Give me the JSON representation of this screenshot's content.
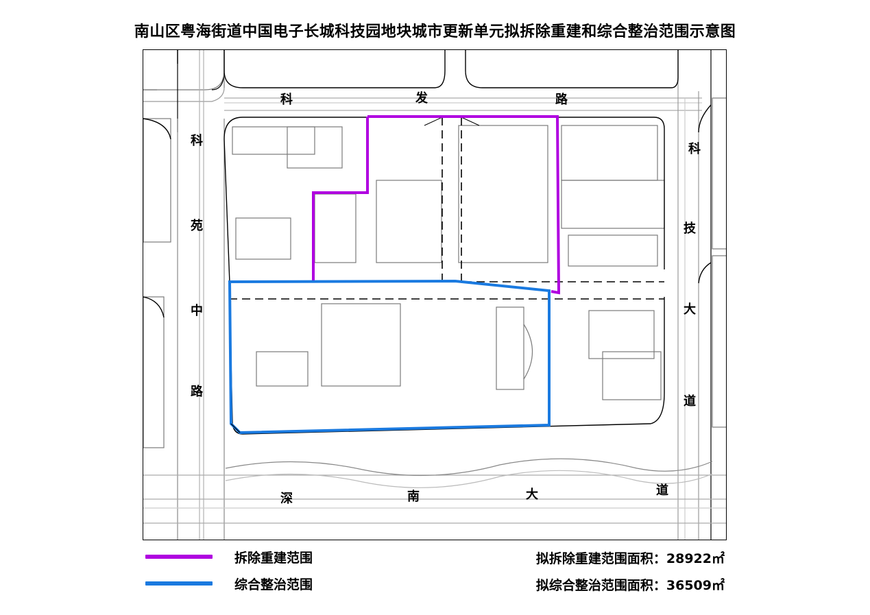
{
  "title": "南山区粤海街道中国电子长城科技园地块城市更新单元拟拆除重建和综合整治范围示意图",
  "roads": {
    "kefa": [
      "科",
      "发",
      "路"
    ],
    "keyuan_zhong": [
      "科",
      "苑",
      "中",
      "路"
    ],
    "keji": [
      "科",
      "技",
      "大",
      "道"
    ],
    "shennan": [
      "深",
      "南",
      "大",
      "道"
    ]
  },
  "legend": {
    "demolition": {
      "label": "拆除重建范围",
      "color": "#b000e0"
    },
    "renovation": {
      "label": "综合整治范围",
      "color": "#1a7ae0"
    }
  },
  "areas": {
    "demolition": "拟拆除重建范围面积：28922㎡",
    "renovation": "拟综合整治范围面积：36509㎡"
  }
}
